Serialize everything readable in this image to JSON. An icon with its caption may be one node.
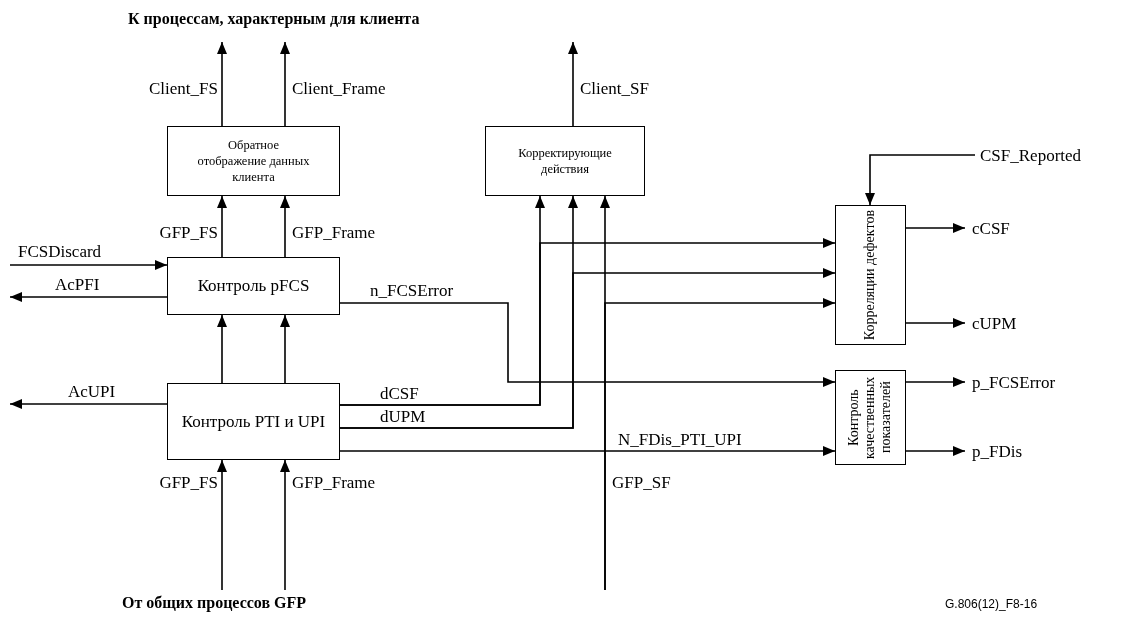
{
  "diagram": {
    "title": "К процессам, характерным для клиента",
    "caption": "От общих процессов GFP",
    "nodes": [
      {
        "text": [
          "Обратное отображение данных клиента"
        ]
      },
      {
        "text": [
          "Корректирующие действия"
        ]
      },
      {
        "text": [
          "Контроль pFCS"
        ]
      },
      {
        "text": [
          "Контроль PTI и UPI"
        ]
      },
      {
        "text": [
          "Корреляции дефектов"
        ]
      },
      {
        "text": [
          "Контроль качественных показателей"
        ]
      }
    ],
    "edges": [
      {
        "from": 0,
        "to": null,
        "arrow": "to",
        "label": "Client_FS"
      },
      {
        "from": 0,
        "to": null,
        "arrow": "to",
        "label": "Client_Frame"
      },
      {
        "from": 1,
        "to": null,
        "arrow": "to",
        "label": "Client_SF"
      },
      {
        "from": 2,
        "to": 0,
        "arrow": "to",
        "label": "GFP_FS"
      },
      {
        "from": 2,
        "to": 0,
        "arrow": "to",
        "label": "GFP_Frame"
      },
      {
        "from": null,
        "to": 2,
        "arrow": "to",
        "label": "FCSDiscard"
      },
      {
        "from": 2,
        "to": null,
        "arrow": "to",
        "label": "AcPFI"
      },
      {
        "from": 2,
        "to": 5,
        "arrow": "to",
        "label": "n_FCSError"
      },
      {
        "from": 3,
        "to": 2,
        "arrow": "to"
      },
      {
        "from": 3,
        "to": 2,
        "arrow": "to"
      },
      {
        "from": 3,
        "to": null,
        "arrow": "to",
        "label": "AcUPI"
      },
      {
        "from": 3,
        "to": 1,
        "arrow": "to",
        "label": "dCSF"
      },
      {
        "from": 3,
        "to": 4,
        "arrow": "to"
      },
      {
        "from": 3,
        "to": 1,
        "arrow": "to",
        "label": "dUPM"
      },
      {
        "from": 3,
        "to": 4,
        "arrow": "to"
      },
      {
        "from": null,
        "to": 1,
        "arrow": "to",
        "label": "GFP_SF"
      },
      {
        "from": null,
        "to": 4,
        "arrow": "to"
      },
      {
        "from": 3,
        "to": 5,
        "arrow": "to",
        "label": "N_FDis_PTI_UPI"
      },
      {
        "from": null,
        "to": 3,
        "arrow": "to",
        "label": "GFP_FS"
      },
      {
        "from": null,
        "to": 3,
        "arrow": "to",
        "label": "GFP_Frame"
      },
      {
        "from": null,
        "to": 4,
        "arrow": "to",
        "label": "CSF_Reported"
      },
      {
        "from": 4,
        "to": null,
        "arrow": "to",
        "label": "cCSF"
      },
      {
        "from": 4,
        "to": null,
        "arrow": "to",
        "label": "cUPM"
      },
      {
        "from": 5,
        "to": null,
        "arrow": "to",
        "label": "p_FCSError"
      },
      {
        "from": 5,
        "to": null,
        "arrow": "to",
        "label": "p_FDis"
      }
    ],
    "labels": [
      "G.806(12)_F8-16"
    ]
  }
}
